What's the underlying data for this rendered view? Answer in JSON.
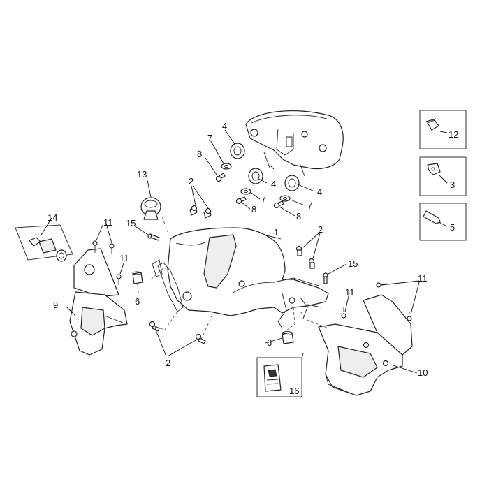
{
  "callouts": {
    "c1": "1",
    "c2a": "2",
    "c2b": "2",
    "c2c": "2",
    "c3": "3",
    "c4a": "4",
    "c4b": "4",
    "c4c": "4",
    "c5": "5",
    "c6a": "6",
    "c6b": "6",
    "c7a": "7",
    "c7b": "7",
    "c8a": "8",
    "c8b": "8",
    "c9": "9",
    "c10": "10",
    "c11a": "11",
    "c11b": "11",
    "c11c": "11",
    "c11d": "11",
    "c12": "12",
    "c13": "13",
    "c14": "14",
    "c15a": "15",
    "c15b": "15",
    "c16": "16"
  }
}
